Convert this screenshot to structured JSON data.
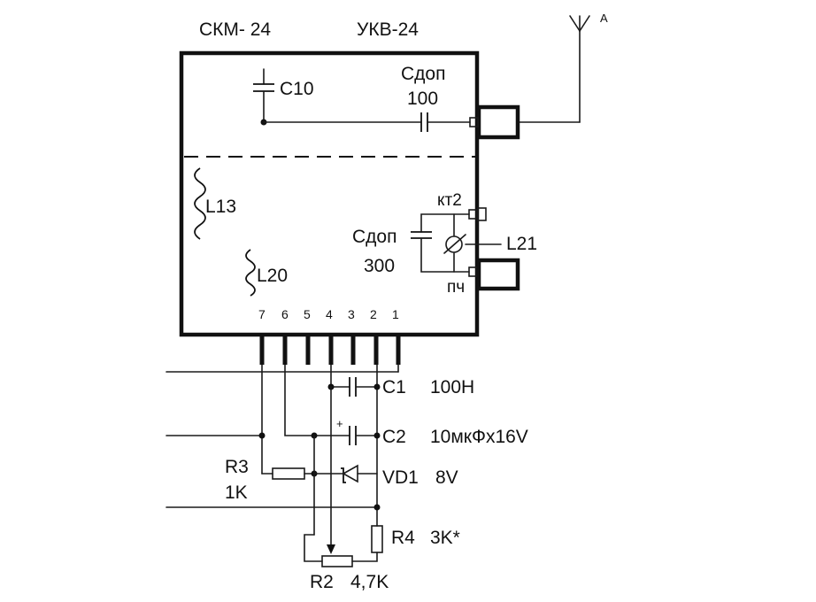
{
  "labels": {
    "module_1": "СКМ- 24",
    "module_2": "УКВ-24",
    "antenna": "А",
    "c10": "C10",
    "sdop_top": "Сдоп",
    "sdop_top_value": "100",
    "l13": "L13",
    "l20": "L20",
    "kt2": "кт2",
    "sdop_mid": "Сдоп",
    "sdop_mid_value": "300",
    "l21": "L21",
    "pch": "пч",
    "pins": [
      "7",
      "6",
      "5",
      "4",
      "3",
      "2",
      "1"
    ],
    "c1": "C1",
    "c1_value": "100Н",
    "c2": "C2",
    "c2_value": "10мкФх16V",
    "plus": "+",
    "vd1": "VD1",
    "vd1_value": "8V",
    "r3": "R3",
    "r3_value": "1K",
    "r4": "R4",
    "r4_value": "3K*",
    "r2": "R2",
    "r2_value": "4,7K"
  }
}
